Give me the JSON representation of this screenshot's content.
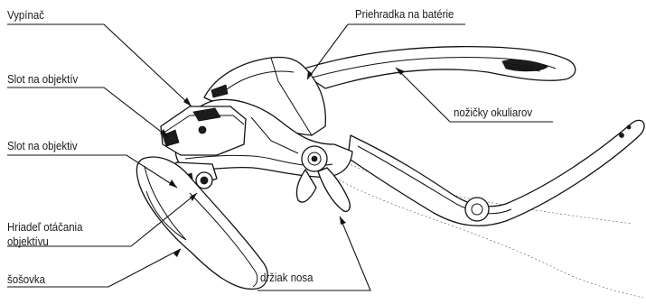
{
  "labels": {
    "vypinac": "Vypínač",
    "slot_top": "Slot na objektív",
    "slot_mid": "Slot na objektiv",
    "hriadel_1": "Hriadeľ otáčania",
    "hriadel_2": "objektívu",
    "sosovka": "šošovka",
    "priehradka": "Priehradka na batérie",
    "nozicky": "nožičky okuliarov",
    "drziak": "držiak nosa"
  },
  "colors": {
    "line": "#111111",
    "text": "#1a1a1a",
    "background": "#ffffff"
  }
}
